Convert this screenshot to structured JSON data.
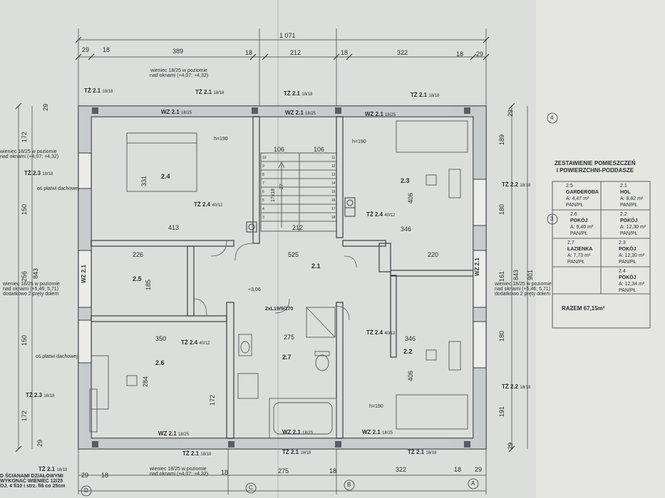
{
  "dims": {
    "total_top": "1 071",
    "top_segments": [
      "29",
      "18",
      "389",
      "18",
      "212",
      "18",
      "322",
      "18",
      "29"
    ],
    "bottom_segments": [
      "29",
      "18",
      "",
      "18",
      "275",
      "18",
      "322",
      "18",
      "29"
    ],
    "left_segments": [
      "29",
      "172",
      "150",
      "256",
      "150",
      "172",
      "29"
    ],
    "left_total": "843",
    "right_segments": [
      "29",
      "189",
      "180",
      "161",
      "180",
      "191",
      "29"
    ],
    "right_total": "901",
    "right_total_outer": "843"
  },
  "beams": {
    "tz21": "TŻ 2.1",
    "tz21_size": "18/18",
    "tz22": "TŻ 2.2",
    "tz22_size": "18/18",
    "tz23": "TŻ 2.3",
    "tz23_size": "18/18",
    "tz24": "TŻ 2.4",
    "tz24_size": "40/12",
    "wz21": "WZ 2.1",
    "wz21_size": "18/25"
  },
  "notes": {
    "wieniec_top": [
      "wieniec 18/25 w poziomie",
      "nad oknami (+4,07; +4,32)"
    ],
    "wieniec_left": [
      "wieniec 18/25 w poziomie",
      "nad oknami (+4,07; +4,32)"
    ],
    "wieniec_left_mid": [
      "wieniec 18/25 w poziomie",
      "nad oknami (+5,46; 5,71)",
      "dodatkowo 2 pręty dołem"
    ],
    "wieniec_right_mid": [
      "wieniec 18/25 w poziomie",
      "nad oknami (+5,46; 5,71)",
      "dodatkowo 2 pręty dołem"
    ],
    "wieniec_bottom": [
      "wieniec 18/25 w poziomie",
      "nad oknami (+4,07; +4,32)"
    ],
    "platew": "oś płatwi dachowej",
    "bottom_left": [
      "D ŚCIANAMI DZIAŁOWYMI",
      "WYKONAĆ WIENIEC 12/25",
      "OJ. 4 fi10 i strz. fi6 co 25cm"
    ],
    "level": "+3,06",
    "lintel": "2xL19/9/270",
    "h190": "h=190"
  },
  "rooms": {
    "r24": "2.4",
    "r23": "2.3",
    "r21": "2.1",
    "r25": "2.5",
    "r26": "2.6",
    "r27": "2.7",
    "r22": "2.2",
    "dims_24": [
      "413",
      "331"
    ],
    "dims_23": [
      "346",
      "406"
    ],
    "dims_22": [
      "346",
      "406"
    ],
    "dims_26": [
      "350",
      "284"
    ],
    "dims_25": [
      "226",
      "185"
    ],
    "dims_27": [
      "275",
      "172"
    ],
    "dims_21": [
      "525",
      "220"
    ],
    "stair": [
      "106",
      "106",
      "212",
      "17x18",
      "27"
    ]
  },
  "axes": [
    "4",
    "3",
    "D",
    "C",
    "B",
    "A"
  ],
  "summary": {
    "title": [
      "ZESTAWIENIE POMIESZCZEŃ",
      "I POWIERZCHNI-PODDASZE"
    ],
    "rows": [
      [
        {
          "id": "2.5",
          "name": "GARDEROBA",
          "area": "A: 4,47 m²",
          "floor": "PAN/PŁ"
        },
        {
          "id": "2.1",
          "name": "HOL",
          "area": "A: 8,82 m²",
          "floor": "PAN/PŁ"
        }
      ],
      [
        {
          "id": "2.6",
          "name": "POKÓJ",
          "area": "A: 9,40 m²",
          "floor": "PAN/PŁ"
        },
        {
          "id": "2.2",
          "name": "POKÓJ",
          "area": "A: 12,30 m²",
          "floor": "PAN/PŁ"
        }
      ],
      [
        {
          "id": "2.7",
          "name": "ŁAZIENKA",
          "area": "A: 7,73 m²",
          "floor": "PAN/PŁ"
        },
        {
          "id": "2.3",
          "name": "POKÓJ",
          "area": "A: 12,30 m²",
          "floor": "PAN/PŁ"
        }
      ],
      [
        {
          "id": "",
          "name": "",
          "area": "",
          "floor": ""
        },
        {
          "id": "2.4",
          "name": "POKÓJ",
          "area": "A: 12,34 m²",
          "floor": "PAN/PŁ"
        }
      ]
    ],
    "total": "RAZEM 67,15m²"
  }
}
